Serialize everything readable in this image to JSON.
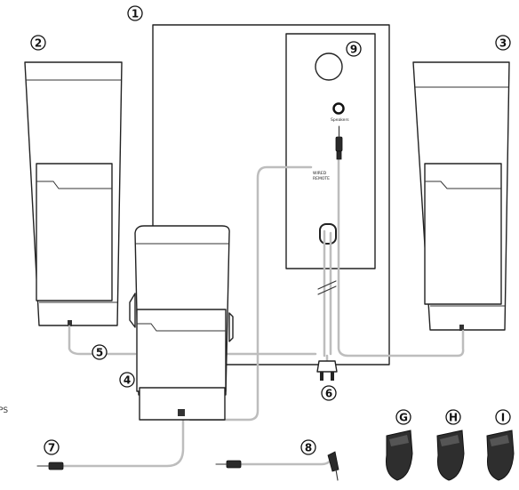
{
  "callouts": {
    "subwoofer": "1",
    "left_speaker": "2",
    "right_speaker": "3",
    "control_pod": "4",
    "speaker_cable": "5",
    "power_plug": "6",
    "audio_input_cable": "7",
    "headphone_adapter_cable": "8",
    "volume_knob": "9",
    "knob_g": "G",
    "knob_h": "H",
    "knob_i": "I"
  },
  "labels": {
    "speakers_jack": "Speakers",
    "wired_remote_line1": "WIRED",
    "wired_remote_line2": "REMOTE"
  },
  "edge_text": "PS",
  "colors": {
    "outline": "#222222",
    "cable": "#bdbdbd",
    "knob": "#2e2e2e"
  }
}
